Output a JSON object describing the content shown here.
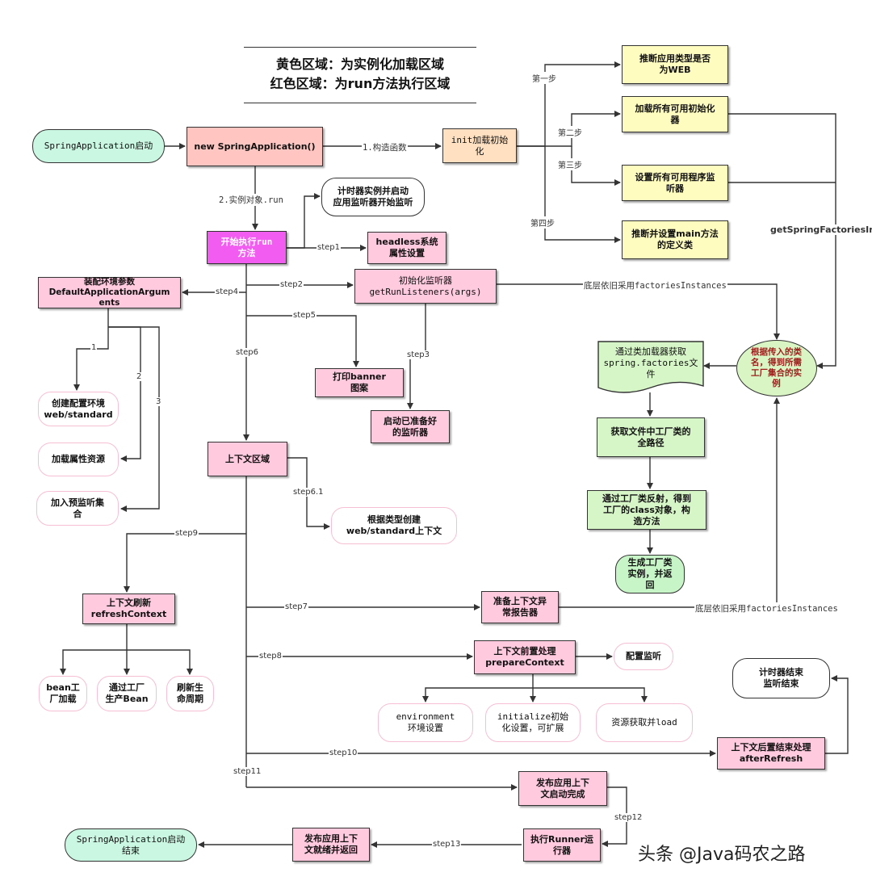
{
  "title": {
    "line1": "黄色区域：为实例化加载区域",
    "line2": "红色区域：为run方法执行区域"
  },
  "nodes": {
    "spring_start": "SpringApplication启动",
    "new_app": "new SpringApplication()",
    "init_load": "init加载初始\n化",
    "deduce_web": "推断应用类型是否\n为WEB",
    "load_initializers": "加载所有可用初始化\n器",
    "set_listeners": "设置所有可用程序监\n听器",
    "deduce_main": "推断并设置main方法\n的定义类",
    "timer_start": "计时器实例并启动\n应用监听器开始监听",
    "run_start": "开始执行run\n方法",
    "headless": "headless系统\n属性设置",
    "env_args": "装配环境参数\nDefaultApplicationArgum\nents",
    "init_listeners": "初始化监听器\ngetRunListeners(args)",
    "print_banner": "打印banner\n图案",
    "start_listeners": "启动已准备好\n的监听器",
    "create_env": "创建配置环境\nweb/standard",
    "load_props": "加载属性资源",
    "add_listeners": "加入预监听集\n合",
    "context_area": "上下文区域",
    "create_context": "根据类型创建\nweb/standard上下文",
    "refresh_context": "上下文刷新\nrefreshContext",
    "bean_factory_load": "bean工\n厂加载",
    "factory_produce": "通过工厂\n生产Bean",
    "refresh_lifecycle": "刷新生\n命周期",
    "exception_reporter": "准备上下文异\n常报告器",
    "prepare_context": "上下文前置处理\nprepareContext",
    "config_listen": "配置监听",
    "env_setting": "environment\n环境设置",
    "initialize_setting": "initialize初始\n化设置，可扩展",
    "resource_load": "资源获取并load",
    "timer_end": "计时器结束\n监听结束",
    "after_refresh": "上下文后置结束处理\nafterRefresh",
    "publish_started": "发布应用上下\n文启动完成",
    "run_runners": "执行Runner运\n行器",
    "publish_ready": "发布应用上下\n文就绪并返回",
    "spring_end": "SpringApplication启动\n结束",
    "classloader_get": "通过类加载器获取\nspring.factories文\n件",
    "get_factory_path": "获取文件中工厂类的\n全路径",
    "reflect_factory": "通过工厂类反射，得到\n工厂的class对象，构\n造方法",
    "gen_factory_instance": "生成工厂类\n实例，并返\n回",
    "get_factory_set": "根据传入的类\n名，得到所需\n工厂集合的实\n例"
  },
  "labels": {
    "construct": "1.构造函数",
    "instance_run": "2.实例对象.run",
    "step_1st": "第一步",
    "step_2nd": "第二步",
    "step_3rd": "第三步",
    "step_4th": "第四步",
    "get_instances": "getSpringFactoriesIns",
    "step1": "step1",
    "step2": "step2",
    "step3": "step3",
    "step4": "step4",
    "step5": "step5",
    "step6": "step6",
    "step6_1": "step6.1",
    "step7": "step7",
    "step8": "step8",
    "step9": "step9",
    "step10": "step10",
    "step11": "step11",
    "step12": "step12",
    "step13": "step13",
    "n1": "1",
    "n2": "2",
    "n3": "3",
    "underlying1": "底层依旧采用factoriesInstances",
    "underlying2": "底层依旧采用factoriesInstances"
  },
  "watermark": "头条 @Java码农之路",
  "colors": {
    "pink": "#ffc9de",
    "salmon": "#ffc6c1",
    "peach": "#ffe0c0",
    "yellow": "#fffcc0",
    "green": "#d7f6c8",
    "magenta": "#f35cf0",
    "mint": "#c9f7e1"
  }
}
